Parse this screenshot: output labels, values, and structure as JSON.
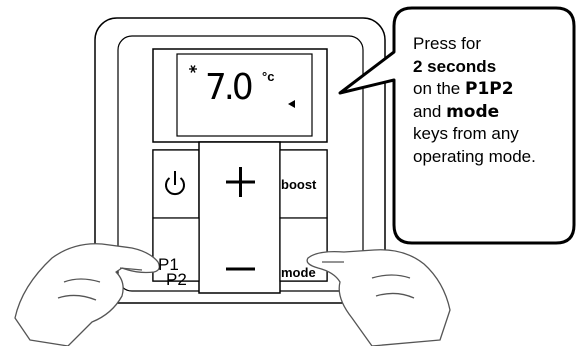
{
  "callout": {
    "line1": "Press for",
    "line2": "2 seconds",
    "line3_prefix": "on the ",
    "line3_key": "P1P2",
    "line4_key": "mode",
    "line4_suffix": " and",
    "line5": "keys from any",
    "line6": "operating mode."
  },
  "display": {
    "temperature": "7.0",
    "unit": "°c",
    "snowflake_icon": "snowflake-icon",
    "arrow_icon": "arrow-left-icon"
  },
  "keys": {
    "power_icon": "power-icon",
    "plus_icon": "plus-icon",
    "minus_icon": "minus-icon",
    "boost_label": "boost",
    "p1_label": "P1",
    "p2_label": "P2",
    "mode_label": "mode"
  },
  "hands": {
    "left": "left-hand-pressing",
    "right": "right-hand-pressing"
  }
}
